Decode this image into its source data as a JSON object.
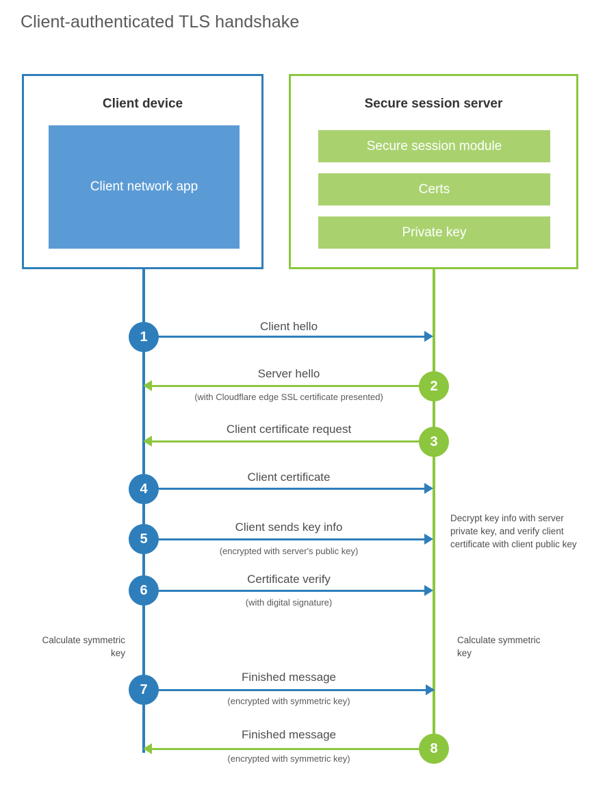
{
  "title": "Client-authenticated TLS handshake",
  "colors": {
    "client_blue": "#2E7EBB",
    "client_app_fill": "#5B9BD5",
    "server_green": "#8CC63E",
    "server_bar_fill": "#A9D26F",
    "title_gray": "#58595b",
    "label_gray": "#4d4d4d",
    "background": "#ffffff"
  },
  "client": {
    "title": "Client device",
    "app_label": "Client network app"
  },
  "server": {
    "title": "Secure session server",
    "bars": [
      {
        "label": "Secure session module"
      },
      {
        "label": "Certs"
      },
      {
        "label": "Private key"
      }
    ]
  },
  "steps": [
    {
      "number": "1",
      "side": "client",
      "direction": "right",
      "label": "Client hello",
      "sublabel": ""
    },
    {
      "number": "2",
      "side": "server",
      "direction": "left",
      "label": "Server hello",
      "sublabel": "(with Cloudflare edge SSL certificate presented)"
    },
    {
      "number": "3",
      "side": "server",
      "direction": "left",
      "label": "Client certificate request",
      "sublabel": ""
    },
    {
      "number": "4",
      "side": "client",
      "direction": "right",
      "label": "Client certificate",
      "sublabel": ""
    },
    {
      "number": "5",
      "side": "client",
      "direction": "right",
      "label": "Client sends key info",
      "sublabel": "(encrypted with server's public key)"
    },
    {
      "number": "6",
      "side": "client",
      "direction": "right",
      "label": "Certificate verify",
      "sublabel": "(with digital signature)"
    },
    {
      "number": "7",
      "side": "client",
      "direction": "right",
      "label": "Finished message",
      "sublabel": "(encrypted with symmetric key)"
    },
    {
      "number": "8",
      "side": "server",
      "direction": "left",
      "label": "Finished message",
      "sublabel": "(encrypted with symmetric key)"
    }
  ],
  "annotations": {
    "server_decrypt": "Decrypt key info with server private key, and verify client certificate with client public key",
    "client_calculate": "Calculate symmetric key",
    "server_calculate": "Calculate symmetric key"
  }
}
